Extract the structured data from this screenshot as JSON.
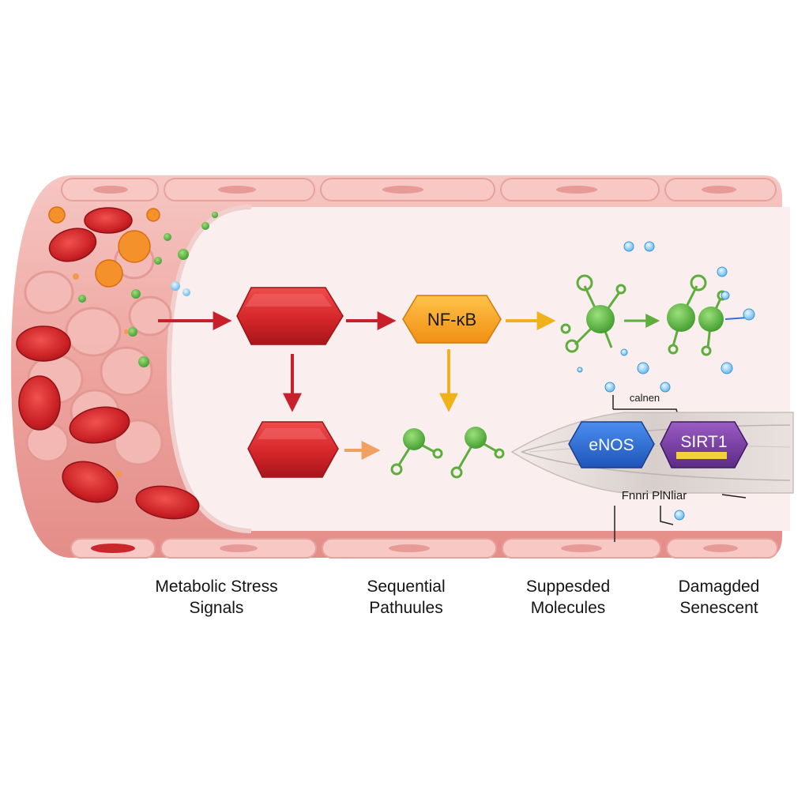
{
  "nodes": {
    "nfkb_label": "NF-κB",
    "enos_label": "eNOS",
    "sirt1_label": "SIRT1",
    "small_top_label": "calnen",
    "bundle_label": "Fnnri PlNliar"
  },
  "captions": [
    {
      "line1": "Metabolic Stress",
      "line2": "Signals"
    },
    {
      "line1": "Sequential",
      "line2": "Pathuules"
    },
    {
      "line1": "Suppesded",
      "line2": "Molecules"
    },
    {
      "line1": "Damagded",
      "line2": "Senescent"
    }
  ],
  "colors": {
    "vessel_wall": "#f2b4b0",
    "lumen": "#fbeeee",
    "red_node": "#d7282c",
    "nfkb_orange": "#f5a623",
    "green_molecule": "#6cc04a",
    "enos_blue": "#2f6fd6",
    "sirt1_purple": "#7b3fa3",
    "arrow_red": "#c8202a",
    "arrow_yellow": "#f0b21a",
    "arrow_orange": "#f0a060"
  },
  "icons": [
    "red-blood-cell-icon",
    "molecule-icon",
    "droplet-icon",
    "arrow-icon"
  ]
}
